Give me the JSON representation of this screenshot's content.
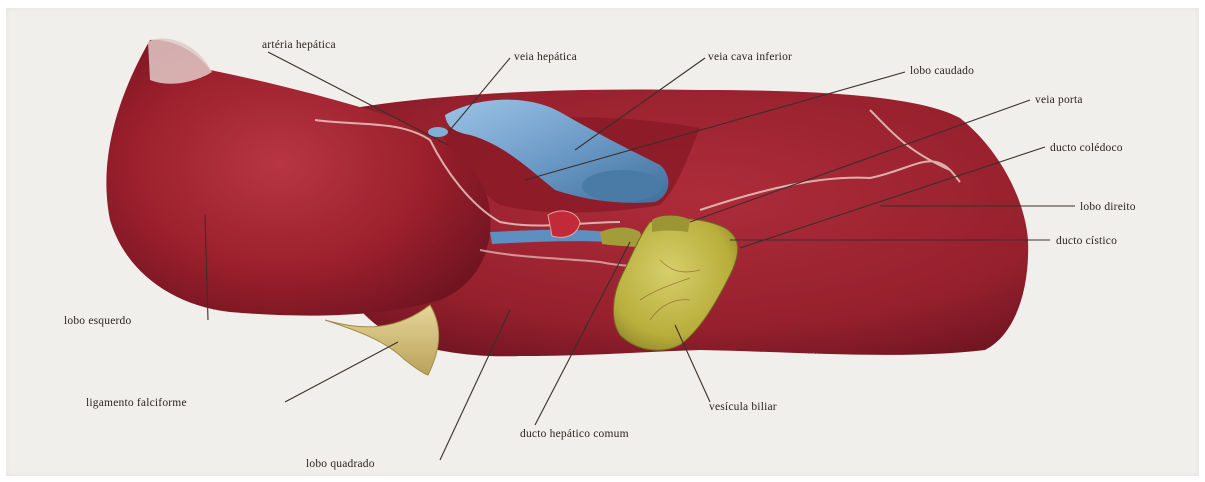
{
  "colors": {
    "background": "#f1efec",
    "liver": "#9b1f2c",
    "liver_highlight": "#b73340",
    "liver_shadow": "#6f1420",
    "vein_blue": "#6e9cc8",
    "gallbladder": "#b8ae3c",
    "ligament": "#d9c37a",
    "leader_line": "#3a2f2a",
    "label_text": "#2b2320"
  },
  "labels": {
    "arteria_hepatica": "artéria hepática",
    "veia_hepatica": "veia hepática",
    "veia_cava_inferior": "veia cava inferior",
    "lobo_caudado": "lobo caudado",
    "veia_porta": "veia porta",
    "ducto_coledoco": "ducto colédoco",
    "lobo_direito": "lobo direito",
    "ducto_cistico": "ducto cístico",
    "lobo_esquerdo": "lobo esquerdo",
    "ligamento_falciforme": "ligamento falciforme",
    "vesicula_biliar": "vesícula biliar",
    "ducto_hepatico_comum": "ducto hepático comum",
    "lobo_quadrado": "lobo quadrado"
  }
}
